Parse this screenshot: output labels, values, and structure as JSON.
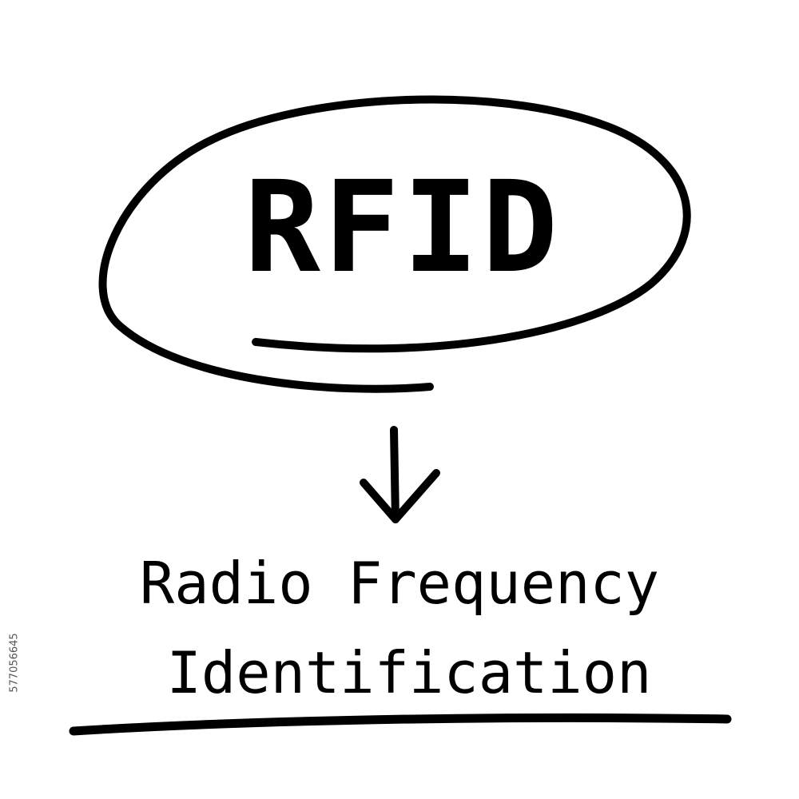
{
  "acronym": "RFID",
  "expansion": {
    "line1": "Radio Frequency",
    "line2": "Identification"
  },
  "stock_id": "577056645",
  "colors": {
    "ink": "#000000",
    "background": "#ffffff"
  },
  "icons": {
    "arrow": "arrow-down-icon"
  }
}
